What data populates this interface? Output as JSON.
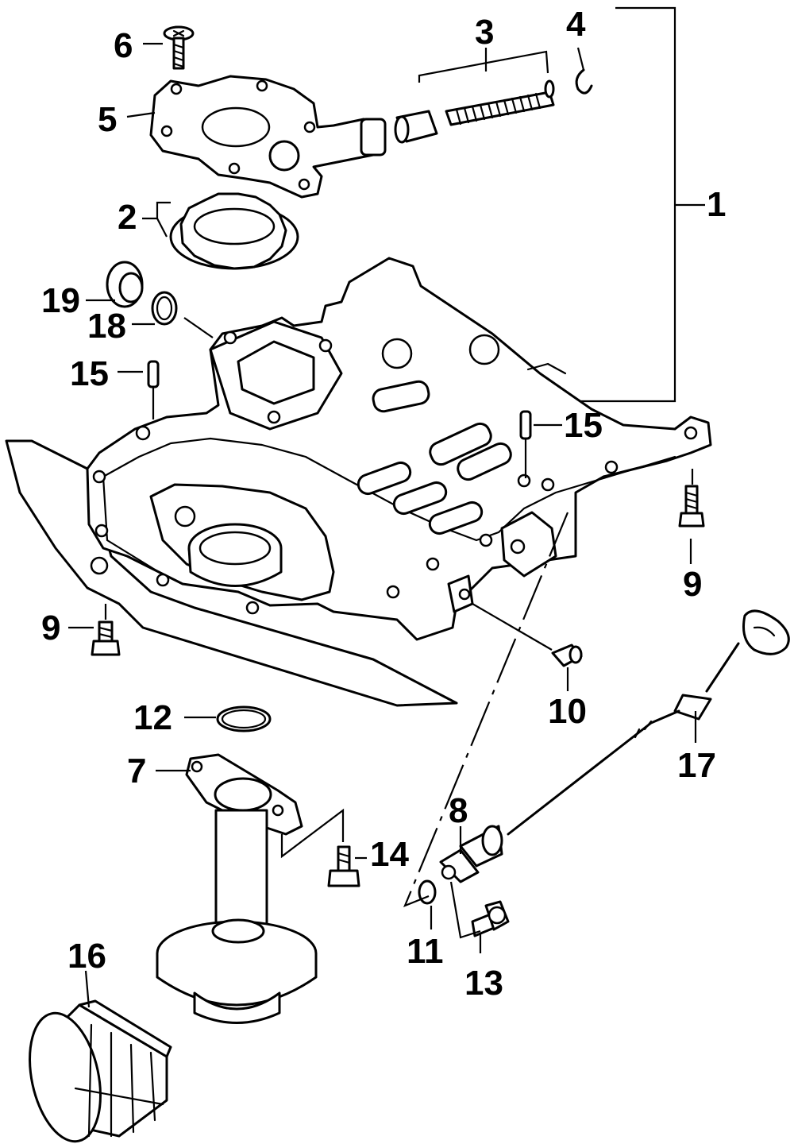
{
  "callouts": {
    "c1": "1",
    "c2": "2",
    "c3": "3",
    "c4": "4",
    "c5": "5",
    "c6": "6",
    "c7": "7",
    "c8": "8",
    "c9a": "9",
    "c9b": "9",
    "c10": "10",
    "c11": "11",
    "c12": "12",
    "c13": "13",
    "c14": "14",
    "c15a": "15",
    "c15b": "15",
    "c16": "16",
    "c17": "17",
    "c18": "18",
    "c19": "19"
  },
  "colors": {
    "line": "#000000",
    "background": "#ffffff"
  }
}
